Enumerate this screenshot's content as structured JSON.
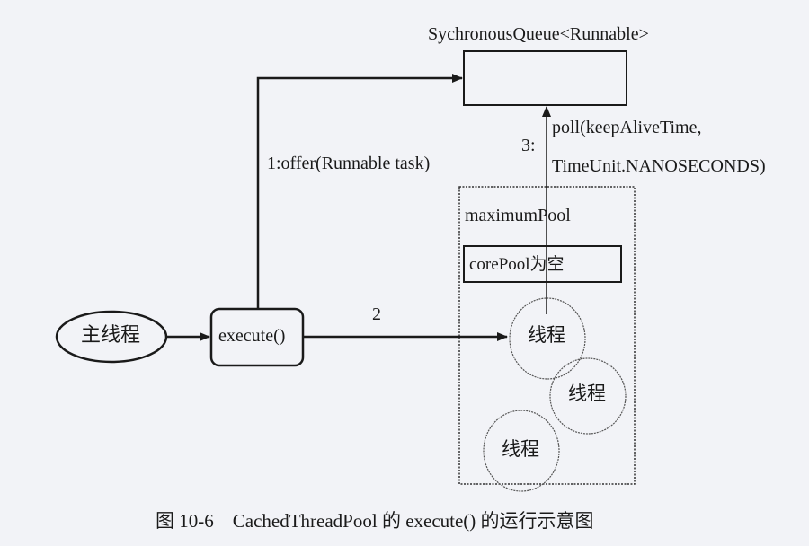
{
  "diagram": {
    "queue_label": "SychronousQueue<Runnable>",
    "offer_label": "1:offer(Runnable task)",
    "step3_label": "3:",
    "poll_line1": "poll(keepAliveTime,",
    "poll_line2": "TimeUnit.NANOSECONDS)",
    "maximum_pool_label": "maximumPool",
    "core_pool_label": "corePool为空",
    "main_thread_label": "主线程",
    "execute_label": "execute()",
    "step2_label": "2",
    "threads": [
      "线程",
      "线程",
      "线程"
    ]
  },
  "caption": "图 10-6　CachedThreadPool 的 execute() 的运行示意图"
}
